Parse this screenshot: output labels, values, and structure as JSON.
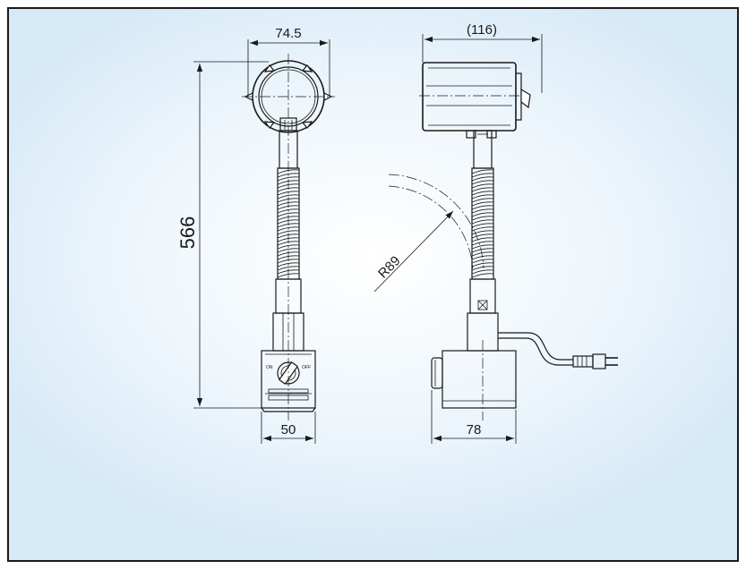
{
  "drawing": {
    "dimensions": {
      "head_width": "74.5",
      "overall_height": "566",
      "base_width": "50",
      "lamp_head_length": "(116)",
      "arm_radius": "R89",
      "base_depth": "78"
    },
    "switch_labels": {
      "on": "ON",
      "off": "OFF"
    }
  }
}
